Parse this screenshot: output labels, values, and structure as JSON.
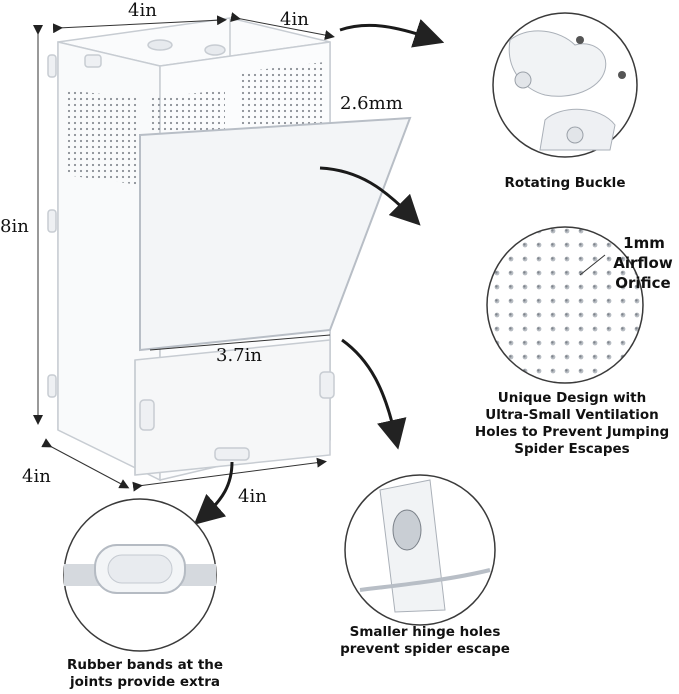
{
  "dimensions": {
    "top_width": "4in",
    "top_depth": "4in",
    "height": "8in",
    "door_thickness": "2.6mm",
    "door_width": "3.7in",
    "bottom_depth": "4in",
    "bottom_width": "4in"
  },
  "callouts": {
    "rotating_buckle": "Rotating Buckle",
    "orifice_size": "1mm",
    "orifice_label_1": "Airflow",
    "orifice_label_2": "Orifice",
    "ventilation_line_1": "Unique Design with",
    "ventilation_line_2": "Ultra-Small Ventilation",
    "ventilation_line_3": "Holes to Prevent Jumping",
    "ventilation_line_4": "Spider Escapes",
    "rubber_line_1": "Rubber bands at the",
    "rubber_line_2": "joints provide extra",
    "hinge_line_1": "Smaller hinge holes",
    "hinge_line_2": "prevent spider escape"
  }
}
